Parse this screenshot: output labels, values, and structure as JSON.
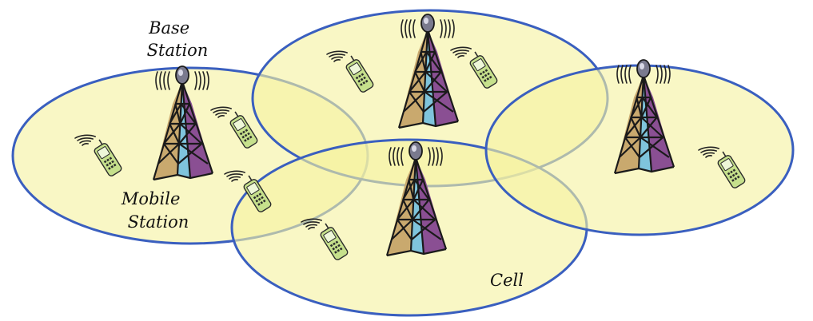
{
  "labels": {
    "base_station": "Base\nStation",
    "mobile_station": "Mobile\nStation",
    "cell": "Cell"
  },
  "colors": {
    "cell_fill": "#f6f2a2",
    "cell_stroke": "#3a5fbf",
    "tower_left": "#c9a96e",
    "tower_mid": "#7fc4dc",
    "tower_right": "#8a4f93",
    "phone_body": "#c6e08c"
  },
  "icons": {
    "tower": "cell-tower-icon",
    "phone": "mobile-phone-icon"
  }
}
